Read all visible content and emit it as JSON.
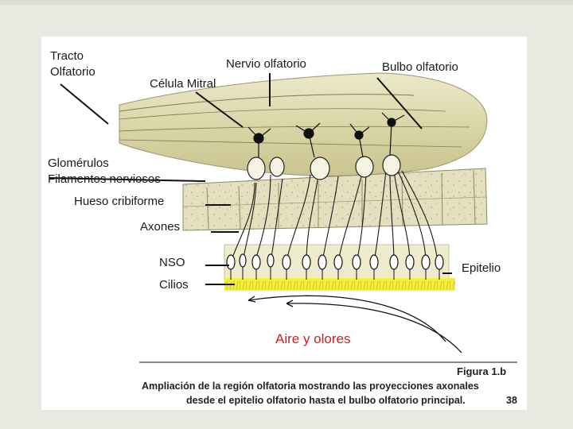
{
  "diagram": {
    "labels": {
      "tracto_1": "Tracto",
      "tracto_2": "Olfatorio",
      "nervio": "Nervio olfatorio",
      "bulbo": "Bulbo olfatorio",
      "celula_mitral": "Célula Mitral",
      "glomerulos": "Glomérulos",
      "filamentos": "Filamentos nerviosos",
      "hueso": "Hueso cribiforme",
      "axones": "Axones",
      "nso": "NSO",
      "epitelio": "Epitelio",
      "cilios": "Cilios",
      "aire": "Aire y olores"
    },
    "caption": {
      "figure": "Figura 1.b",
      "line1": "Ampliación de la región olfatoria mostrando las proyecciones axonales",
      "line2": "desde el epitelio olfatorio hasta el bulbo olfatorio principal.",
      "ref": "38"
    },
    "colors": {
      "bulb": "#d9d6a8",
      "bone": "#e3dfbc",
      "cilia_band": "#f2ee3a",
      "air_text": "#cc1f1f"
    }
  }
}
